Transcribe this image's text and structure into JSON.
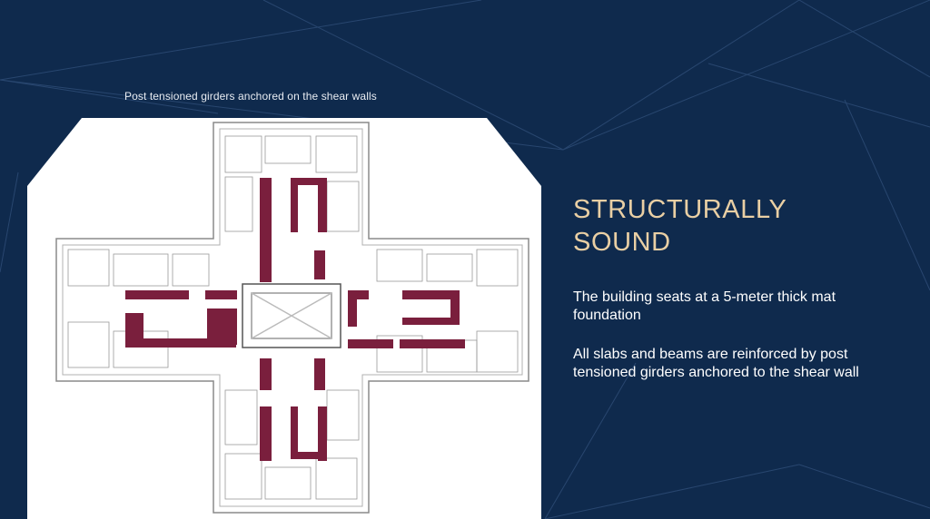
{
  "caption": "Post tensioned girders anchored on the shear walls",
  "heading": {
    "line1": "STRUCTURALLY",
    "line2": "SOUND"
  },
  "paragraphs": [
    "The building seats at a 5-meter thick mat foundation",
    "All slabs and beams are reinforced by post tensioned girders anchored to the shear wall"
  ],
  "colors": {
    "background": "#0f2a4d",
    "heading": "#e9cfa4",
    "girder": "#7a1f3d",
    "plan_paper": "#ffffff"
  },
  "icons": [
    "floor-plan-drawing"
  ]
}
